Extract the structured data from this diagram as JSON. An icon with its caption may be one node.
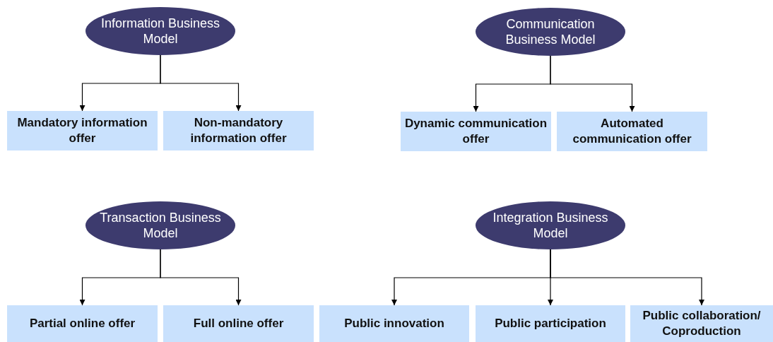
{
  "diagram": {
    "nodes": [
      {
        "text": [
          "Information Business Model"
        ]
      },
      {
        "text": [
          "Communication Business Model"
        ]
      },
      {
        "text": [
          "Mandatory information offer"
        ]
      },
      {
        "text": [
          "Non-mandatory information offer"
        ]
      },
      {
        "text": [
          "Dynamic communication offer"
        ]
      },
      {
        "text": [
          "Automated communication offer"
        ]
      },
      {
        "text": [
          "Transaction Business Model"
        ]
      },
      {
        "text": [
          "Integration Business Model"
        ]
      },
      {
        "text": [
          "Partial online offer"
        ]
      },
      {
        "text": [
          "Full online offer"
        ]
      },
      {
        "text": [
          "Public innovation"
        ]
      },
      {
        "text": [
          "Public participation"
        ]
      },
      {
        "text": [
          "Public collaboration/ Coproduction"
        ]
      }
    ],
    "edges": [
      {
        "from": 0,
        "to": 2,
        "arrow": "to"
      },
      {
        "from": 0,
        "to": 3,
        "arrow": "to"
      },
      {
        "from": 1,
        "to": 4,
        "arrow": "to"
      },
      {
        "from": 1,
        "to": 5,
        "arrow": "to"
      },
      {
        "from": 6,
        "to": 8,
        "arrow": "to"
      },
      {
        "from": 6,
        "to": 9,
        "arrow": "to"
      },
      {
        "from": 7,
        "to": 10,
        "arrow": "to"
      },
      {
        "from": 7,
        "to": 11,
        "arrow": "to"
      },
      {
        "from": 7,
        "to": 12,
        "arrow": "to"
      }
    ]
  }
}
